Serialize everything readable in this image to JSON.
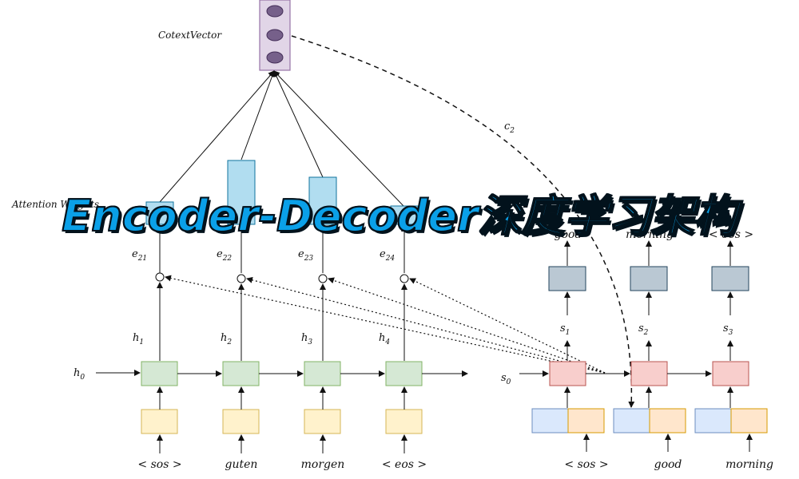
{
  "title": "Encoder-Decoder深度学习架构",
  "context_vector_label": "CotextVector",
  "attention_label": "Attention Weights",
  "c_label": {
    "base": "c",
    "sub": "2"
  },
  "encoder": {
    "h0": {
      "base": "h",
      "sub": "0"
    },
    "hidden_labels": [
      {
        "base": "h",
        "sub": "1"
      },
      {
        "base": "h",
        "sub": "2"
      },
      {
        "base": "h",
        "sub": "3"
      },
      {
        "base": "h",
        "sub": "4"
      }
    ],
    "energy_labels": [
      {
        "base": "e",
        "sub": "21"
      },
      {
        "base": "e",
        "sub": "22"
      },
      {
        "base": "e",
        "sub": "23"
      },
      {
        "base": "e",
        "sub": "24"
      }
    ],
    "inputs": [
      "< sos >",
      "guten",
      "morgen",
      "< eos >"
    ]
  },
  "decoder": {
    "s0": {
      "base": "s",
      "sub": "0"
    },
    "state_labels": [
      {
        "base": "s",
        "sub": "1"
      },
      {
        "base": "s",
        "sub": "2"
      },
      {
        "base": "s",
        "sub": "3"
      }
    ],
    "inputs": [
      "< sos >",
      "good",
      "morning"
    ],
    "outputs": [
      "good",
      "morning",
      "< eos >"
    ]
  },
  "colors": {
    "encoder_cell": "#d5e8d4",
    "encoder_cell_border": "#82b366",
    "input_box": "#fff2cc",
    "input_box_border": "#d6b656",
    "decoder_cell": "#f8cecc",
    "decoder_cell_border": "#b85450",
    "output_box": "#bac8d3",
    "output_box_border": "#23445d",
    "dec_input_left": "#dae8fc",
    "dec_input_left_border": "#6c8ebf",
    "dec_input_right": "#ffe6cc",
    "dec_input_right_border": "#d79b00",
    "attention_bar": "#b1ddf0",
    "attention_bar_border": "#10739e",
    "context_box": "#e1d5e7",
    "context_box_border": "#9673a6",
    "context_dot": "#76608a",
    "title_fill": "#0aa0e8"
  }
}
